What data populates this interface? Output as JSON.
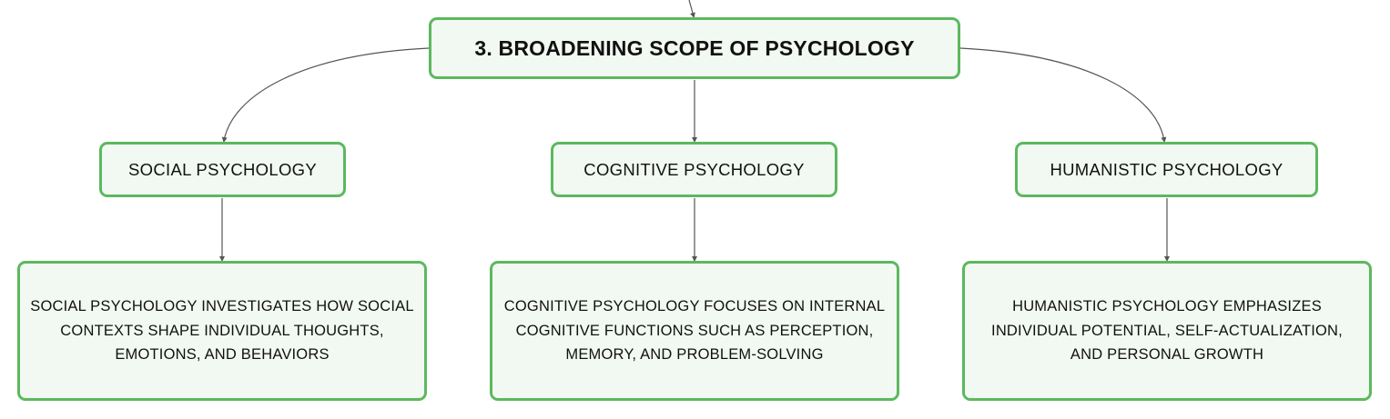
{
  "diagram": {
    "root": {
      "label": "3. BROADENING SCOPE OF PSYCHOLOGY"
    },
    "branches": [
      {
        "label": "SOCIAL PSYCHOLOGY",
        "detail": "SOCIAL PSYCHOLOGY INVESTIGATES HOW SOCIAL CONTEXTS SHAPE INDIVIDUAL THOUGHTS, EMOTIONS, AND BEHAVIORS"
      },
      {
        "label": "COGNITIVE PSYCHOLOGY",
        "detail": "COGNITIVE PSYCHOLOGY FOCUSES ON INTERNAL COGNITIVE FUNCTIONS SUCH AS PERCEPTION, MEMORY, AND PROBLEM-SOLVING"
      },
      {
        "label": "HUMANISTIC PSYCHOLOGY",
        "detail": "HUMANISTIC PSYCHOLOGY EMPHASIZES INDIVIDUAL POTENTIAL, SELF-ACTUALIZATION, AND PERSONAL GROWTH"
      }
    ],
    "colors": {
      "node_border": "#5cb85f",
      "node_fill": "#f2f9f2",
      "connector": "#555555"
    }
  }
}
